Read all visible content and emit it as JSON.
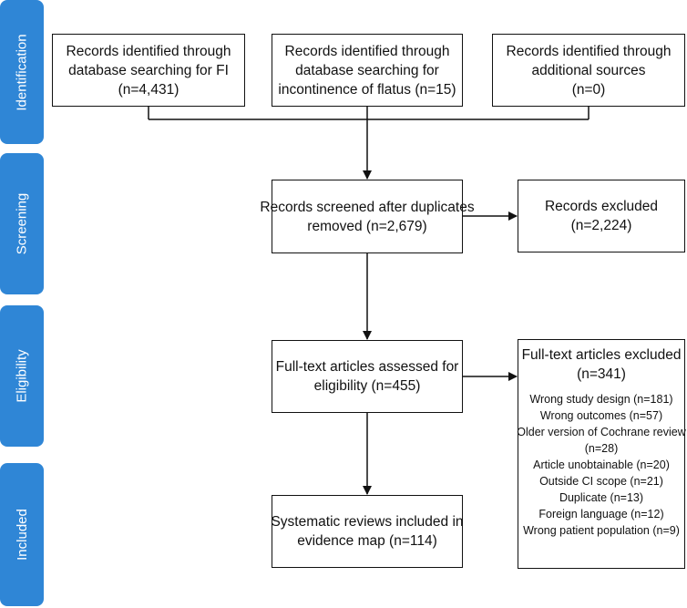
{
  "stages": {
    "identification": "Identification",
    "screening": "Screening",
    "eligibility": "Eligibility",
    "included": "Included"
  },
  "boxes": {
    "db_fi": [
      "Records identified through",
      "database searching for FI",
      "(n=4,431)"
    ],
    "db_flatus": [
      "Records identified through",
      "database searching for",
      "incontinence of flatus (n=15)"
    ],
    "additional": [
      "Records identified through",
      "additional sources",
      "(n=0)"
    ],
    "screened": [
      "Records screened after duplicates",
      "removed (n=2,679)"
    ],
    "excluded": [
      "Records excluded",
      "(n=2,224)"
    ],
    "fulltext": [
      "Full-text articles assessed for",
      "eligibility (n=455)"
    ],
    "included": [
      "Systematic reviews included in",
      "evidence map (n=114)"
    ],
    "fulltext_excluded": {
      "title": [
        "Full-text articles excluded",
        "(n=341)"
      ],
      "reasons": [
        "Wrong study design (n=181)",
        "Wrong outcomes (n=57)",
        "Older version of Cochrane review",
        "(n=28)",
        "Article unobtainable (n=20)",
        "Outside CI scope (n=21)",
        "Duplicate (n=13)",
        "Foreign language (n=12)",
        "Wrong patient population (n=9)"
      ]
    }
  }
}
